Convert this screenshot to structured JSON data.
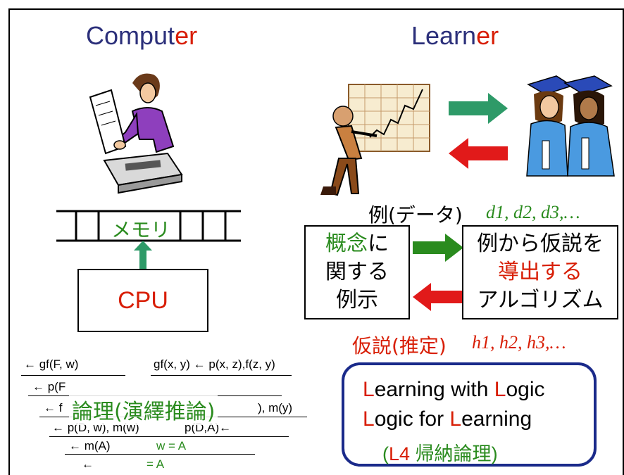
{
  "titles": {
    "computer_main": "Comput",
    "computer_suffix": "er",
    "learner_main": "Learn",
    "learner_suffix": "er"
  },
  "memory_label": "メモリ",
  "cpu_label": "CPU",
  "examples": {
    "label": "例(データ)",
    "values": "d1, d2, d3,…"
  },
  "concept_box": {
    "line1_green": "概念",
    "line1_rest": "に",
    "line2": "関する",
    "line3": "例示"
  },
  "algorithm_box": {
    "line1": "例から仮説を",
    "line2": "導出する",
    "line3": "アルゴリズム"
  },
  "hypothesis": {
    "label": "仮説(推定)",
    "values": "h1, h2, h3,…"
  },
  "logic_box": {
    "line1_L": "L",
    "line1_rest1": "earning with ",
    "line1_L2": "L",
    "line1_rest2": "ogic",
    "line2_L": "L",
    "line2_rest1": "ogic for ",
    "line2_L2": "L",
    "line2_rest2": "earning",
    "line3_paren_open": "(",
    "line3_L4": "L4",
    "line3_text": "帰納論理",
    "line3_paren_close": ")"
  },
  "logic_caption": "論理(演繹推論)",
  "formulas": {
    "r1_left": "← gf(F, w)",
    "r1_right": "gf(x, y) ← p(x, z),f(z, y)",
    "r2_left": "← p(F",
    "r3_left": "← f",
    "r3_right": "), m(y)",
    "r4_left": "← p(D, w), m(w)",
    "r4_right": "p(D,A)←",
    "r5_left": "← m(A)",
    "r5_right": "w = A",
    "r6_left": "←",
    "r6_right": "= A"
  },
  "colors": {
    "title_blue": "#2b2f7a",
    "accent_red": "#d81e05",
    "accent_green": "#2a8b1e",
    "arrow_green": "#2e9a68",
    "arrow_red": "#e11a1a",
    "logic_border": "#1a2a8a"
  },
  "icons": [
    "woman-reading-clipart",
    "teacher-chart-clipart",
    "graduates-clipart"
  ]
}
